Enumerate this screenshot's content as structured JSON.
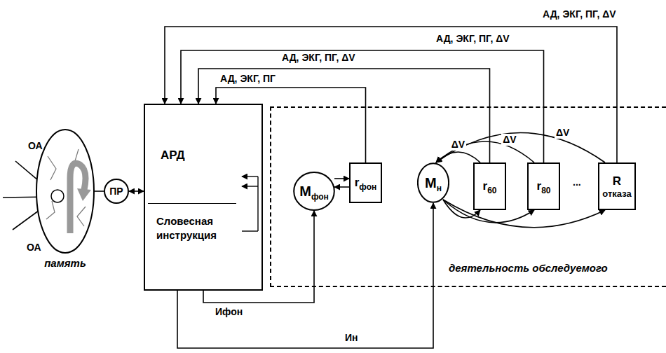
{
  "diagram": {
    "nodes": [
      {
        "text": [
          "память"
        ]
      },
      {
        "text": [
          "ПР"
        ]
      },
      {
        "text": [
          "АРД",
          "Словесная инструкция"
        ]
      },
      {
        "text": [
          "деятельность обследуемого"
        ]
      },
      {
        "text": [
          "М",
          "фон"
        ],
        "in": 3
      },
      {
        "text": [
          "r",
          "фон"
        ],
        "in": 3
      },
      {
        "text": [
          "М",
          "н"
        ],
        "in": 3
      },
      {
        "text": [
          "r",
          "60"
        ],
        "in": 3
      },
      {
        "text": [
          "r",
          "80"
        ],
        "in": 3
      },
      {
        "text": [
          "R",
          "отказа"
        ],
        "in": 3
      }
    ],
    "edges": [
      {
        "from": 0,
        "to": 1,
        "arrow": "none"
      },
      {
        "from": 1,
        "to": 2,
        "arrow": "both"
      },
      {
        "from": 4,
        "to": 5,
        "arrow": "to"
      },
      {
        "from": 5,
        "to": 4,
        "arrow": "to"
      },
      {
        "from": 5,
        "to": 2,
        "label": "АД, ЭКГ, ПГ",
        "arrow": "to"
      },
      {
        "from": 7,
        "to": 2,
        "label": "АД, ЭКГ, ПГ, ΔV",
        "arrow": "to"
      },
      {
        "from": 8,
        "to": 2,
        "label": "АД, ЭКГ, ПГ, ΔV",
        "arrow": "to"
      },
      {
        "from": 9,
        "to": 2,
        "label": "АД, ЭКГ, ПГ, ΔV",
        "arrow": "to"
      },
      {
        "from": 7,
        "to": 6,
        "label": "ΔV",
        "arrow": "to"
      },
      {
        "from": 8,
        "to": 6,
        "label": "ΔV",
        "arrow": "to"
      },
      {
        "from": 9,
        "to": 6,
        "label": "ΔV",
        "arrow": "to"
      },
      {
        "from": 6,
        "to": 7,
        "arrow": "to"
      },
      {
        "from": 6,
        "to": 8,
        "arrow": "to"
      },
      {
        "from": 6,
        "to": 9,
        "arrow": "to"
      },
      {
        "from": 2,
        "to": 4,
        "label": "Ифон",
        "arrow": "to"
      },
      {
        "from": 2,
        "to": 6,
        "label": "Ин",
        "arrow": "to"
      }
    ],
    "labels": [
      "ОА",
      "ОА",
      "..."
    ]
  }
}
